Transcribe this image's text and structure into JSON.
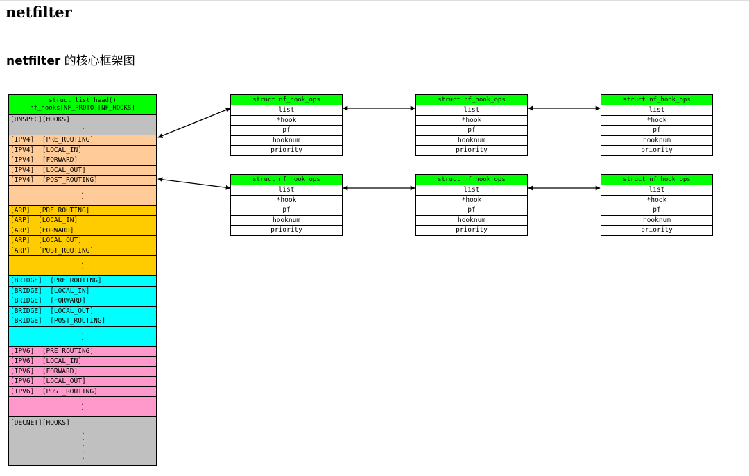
{
  "page": {
    "title": "netfilter",
    "section_title_bold": "netfilter",
    "section_title_rest": " 的核心框架图"
  },
  "hooks_table": {
    "header_line1": "struct list_head()",
    "header_line2": "nf_hooks[NF_PROTO][NF_HOOKS]",
    "unspec": {
      "label": "[UNSPEC][HOOKS]",
      "dots": "."
    },
    "ipv4": {
      "rows": [
        "[IPV4]  [PRE_ROUTING]",
        "[IPV4]  [LOCAL_IN]",
        "[IPV4]  [FORWARD]",
        "[IPV4]  [LOCAL_OUT]",
        "[IPV4]  [POST_ROUTING]"
      ],
      "dots1": ".",
      "dots2": "."
    },
    "arp": {
      "rows": [
        "[ARP]  [PRE_ROUTING]",
        "[ARP]  [LOCAL_IN]",
        "[ARP]  [FORWARD]",
        "[ARP]  [LOCAL_OUT]",
        "[ARP]  [POST_ROUTING]"
      ],
      "dots1": ".",
      "dots2": "."
    },
    "bridge": {
      "rows": [
        "[BRIDGE]  [PRE_ROUTING]",
        "[BRIDGE]  [LOCAL_IN]",
        "[BRIDGE]  [FORWARD]",
        "[BRIDGE]  [LOCAL_OUT]",
        "[BRIDGE]  [POST_ROUTING]"
      ],
      "dots1": ".",
      "dots2": "."
    },
    "ipv6": {
      "rows": [
        "[IPV6]  [PRE_ROUTING]",
        "[IPV6]  [LOCAL_IN]",
        "[IPV6]  [FORWARD]",
        "[IPV6]  [LOCAL_OUT]",
        "[IPV6]  [POST_ROUTING]"
      ],
      "dots1": ".",
      "dots2": "."
    },
    "decnet": {
      "label": "[DECNET][HOOKS]",
      "dots": [
        ".",
        ".",
        ".",
        ".",
        "."
      ]
    }
  },
  "hook_ops": {
    "title": "struct nf_hook_ops",
    "fields": [
      "list",
      "*hook",
      "pf",
      "hooknum",
      "priority"
    ]
  },
  "colors": {
    "header_green": "#00ff00",
    "unspec": "#c0c0c0",
    "ipv4": "#ffcc99",
    "arp": "#ffcc00",
    "bridge": "#00ffff",
    "ipv6": "#ff99cc",
    "decnet": "#c0c0c0"
  }
}
